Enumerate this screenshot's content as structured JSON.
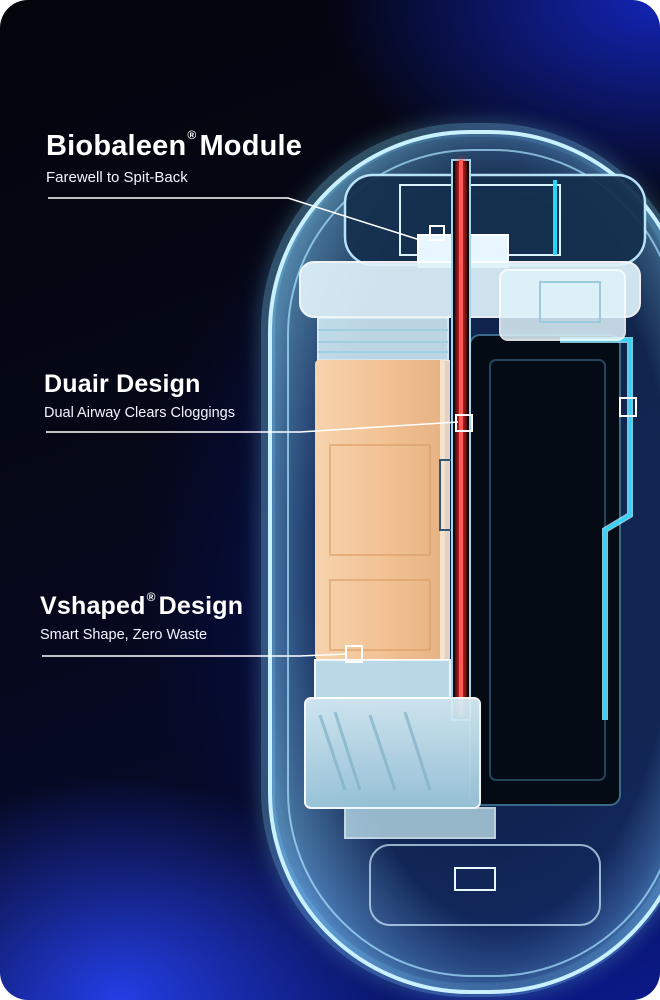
{
  "callouts": [
    {
      "title": "Biobaleen",
      "mark": "®",
      "title_rest": "Module",
      "subtitle": "Farewell to Spit-Back"
    },
    {
      "title": "Duair",
      "mark": "",
      "title_rest": "Design",
      "subtitle": "Dual Airway Clears Cloggings"
    },
    {
      "title": "Vshaped",
      "mark": "®",
      "title_rest": "Design",
      "subtitle": "Smart Shape, Zero Waste"
    }
  ],
  "colors": {
    "background": "#050818",
    "glow_blue": "#2a46ff",
    "device_edge": "#bfe9ff",
    "filter_orange": "#f3c79a",
    "channel_red": "#ff2a2a",
    "accent_cyan": "#29e0ff",
    "text": "#ffffff"
  },
  "image": {
    "subject": "x-ray-style device cutaway"
  }
}
